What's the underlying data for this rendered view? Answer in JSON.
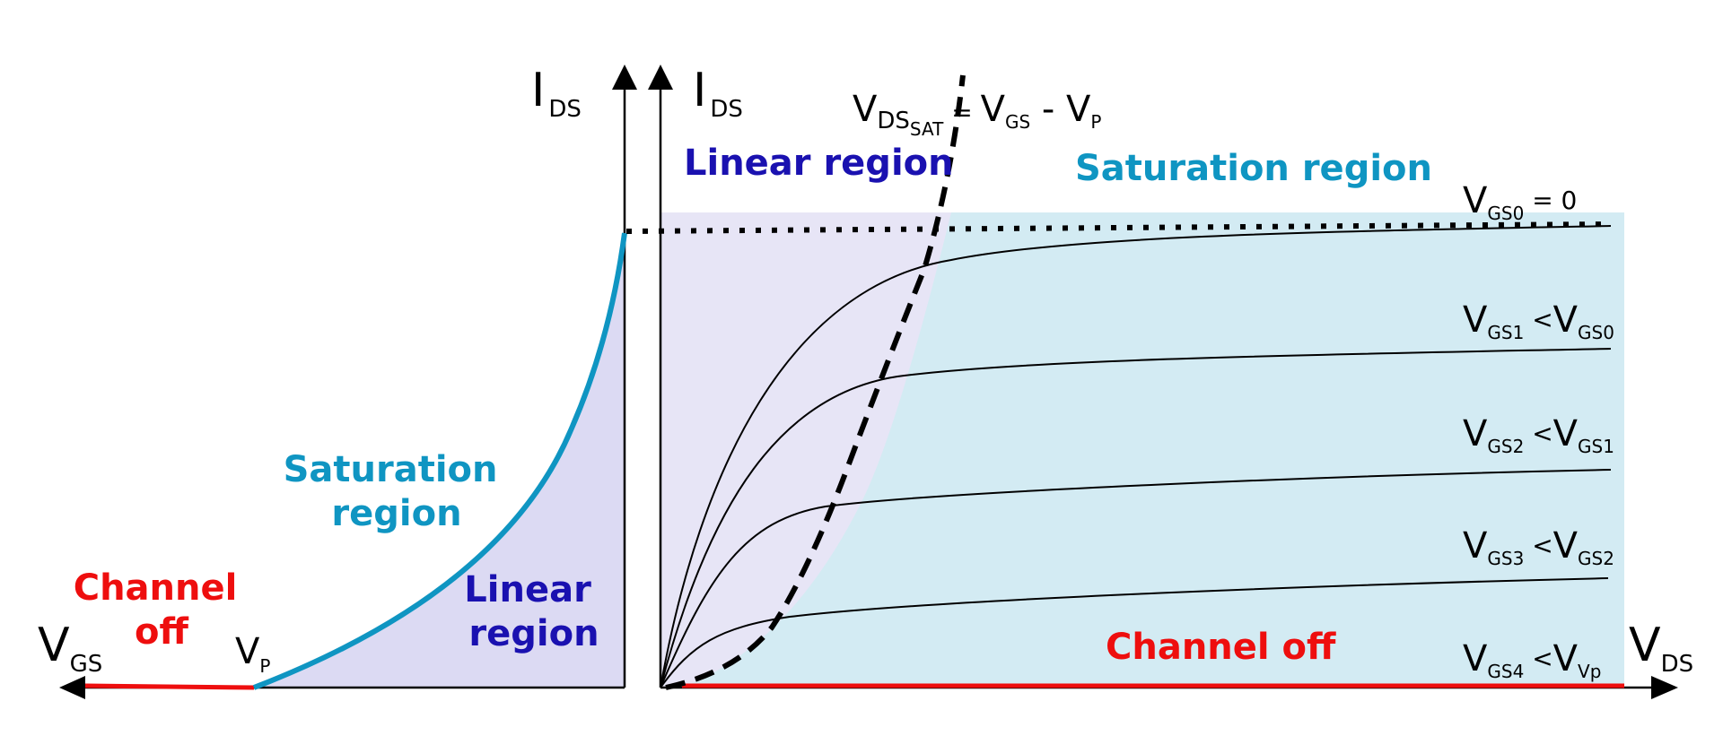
{
  "left_plot": {
    "y_axis_label": {
      "main": "I",
      "sub": "DS"
    },
    "x_axis_label": {
      "main": "V",
      "sub": "GS"
    },
    "vp_label": {
      "main": "V",
      "sub": "P"
    },
    "saturation_region": [
      "Saturation",
      "region"
    ],
    "linear_region": [
      "Linear",
      "region"
    ],
    "channel_off": [
      "Channel",
      "off"
    ]
  },
  "right_plot": {
    "y_axis_label": {
      "main": "I",
      "sub": "DS"
    },
    "x_axis_label": {
      "main": "V",
      "sub": "DS"
    },
    "vdssat_label": {
      "v1": "V",
      "s1": "DS",
      "s2": "SAT",
      "eq": " = ",
      "v2": "V",
      "s3": "GS",
      "minus": " - ",
      "v3": "V",
      "s4": "P"
    },
    "linear_region": "Linear region",
    "saturation_region": "Saturation region",
    "channel_off": "Channel off",
    "curve_labels": [
      {
        "v1": "V",
        "s1": "GS0",
        "rel": " = 0",
        "v2": "",
        "s2": ""
      },
      {
        "v1": "V",
        "s1": "GS1",
        "rel": " <",
        "v2": "V",
        "s2": "GS0"
      },
      {
        "v1": "V",
        "s1": "GS2",
        "rel": " <",
        "v2": "V",
        "s2": "GS1"
      },
      {
        "v1": "V",
        "s1": "GS3",
        "rel": " <",
        "v2": "V",
        "s2": "GS2"
      },
      {
        "v1": "V",
        "s1": "GS4",
        "rel": " <",
        "v2": "V",
        "s2": "Vp"
      }
    ]
  },
  "colors": {
    "saturation": "#0f95c2",
    "linear": "#1a11b0",
    "channel_off": "#ee0e0e",
    "linear_fill_left": "#dcdaf3",
    "linear_fill_right": "#e7e5f6",
    "saturation_fill": "#d3ebf3"
  }
}
